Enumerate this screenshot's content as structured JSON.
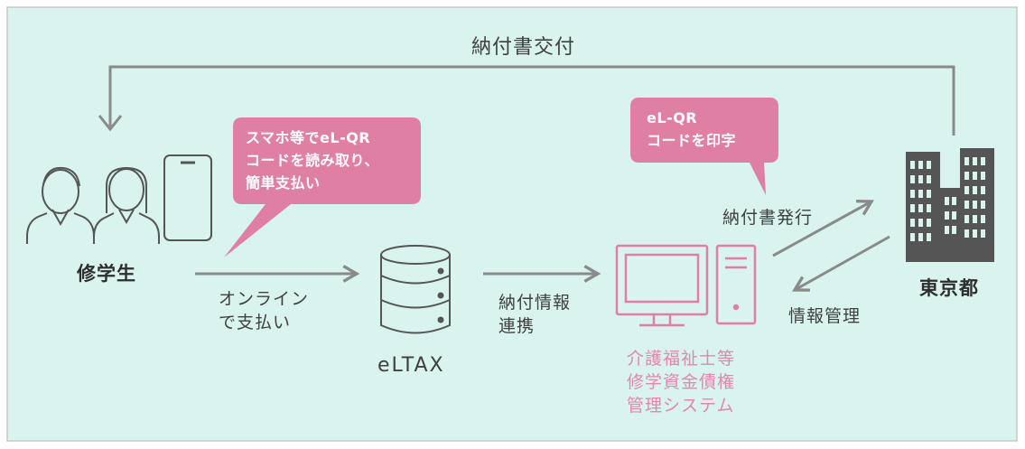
{
  "colors": {
    "background": "#d9f3ee",
    "border": "#c8c8c8",
    "line": "#8a8a8a",
    "icon_stroke": "#555555",
    "accent_pink": "#e07fa4",
    "pink_text": "#e089ad",
    "building": "#555555"
  },
  "top_flow": {
    "label": "納付書交付"
  },
  "student": {
    "label": "修学生",
    "icon": "people-with-smartphone-icon"
  },
  "student_bubble": {
    "text": "スマホ等でeL-QR\nコードを読み取り、\n簡単支払い"
  },
  "pay_flow": {
    "label": "オンライン\nで支払い"
  },
  "eltax": {
    "label": "eLTAX",
    "icon": "database-icon"
  },
  "link_flow": {
    "label": "納付情報\n連携"
  },
  "system": {
    "label": "介護福祉士等\n修学資金債権\n管理システム",
    "icon": "desktop-computer-icon"
  },
  "system_bubble": {
    "text": "eL-QR\nコードを印字"
  },
  "issue_flow": {
    "label": "納付書発行"
  },
  "manage_flow": {
    "label": "情報管理"
  },
  "tokyo": {
    "label": "東京都",
    "icon": "office-building-icon"
  }
}
